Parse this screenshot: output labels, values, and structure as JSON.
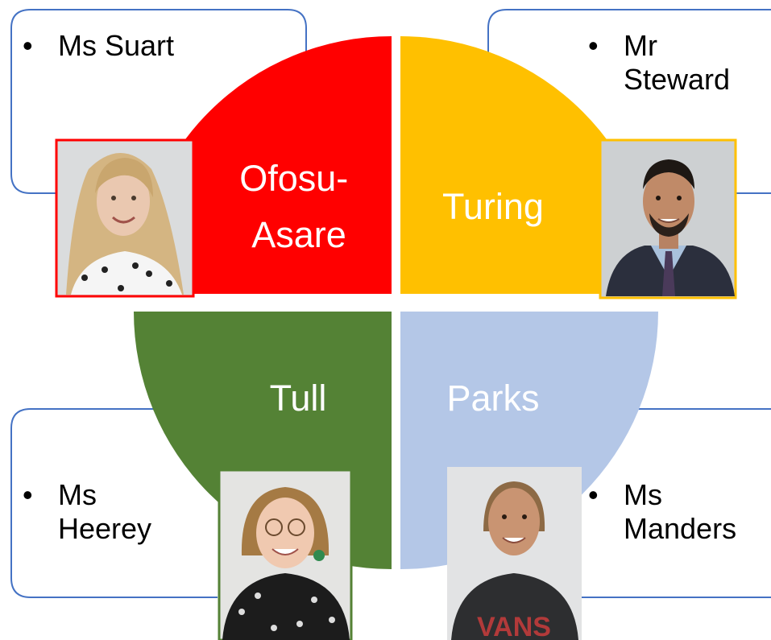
{
  "houses": [
    {
      "name_lines": [
        "Ofosu-",
        "Asare"
      ],
      "color": "#ff0000",
      "teacher_lines": [
        "Ms Suart"
      ],
      "photo": "woman-blonde-long-hair",
      "photo_border": "#ff0000"
    },
    {
      "name_lines": [
        "Turing"
      ],
      "color": "#ffc000",
      "teacher_lines": [
        "Mr",
        "Steward"
      ],
      "photo": "man-suit-tie",
      "photo_border": "#ffc000"
    },
    {
      "name_lines": [
        "Tull"
      ],
      "color": "#548235",
      "teacher_lines": [
        "Ms",
        "Heerey"
      ],
      "photo": "woman-glasses-polka-dot",
      "photo_border": "#548235"
    },
    {
      "name_lines": [
        "Parks"
      ],
      "color": "#b4c7e7",
      "teacher_lines": [
        "Ms",
        "Manders"
      ],
      "photo": "woman-dark-jumper",
      "photo_border": "#b4c7e7"
    }
  ],
  "box_border_color": "#4472c4",
  "bullet": "•"
}
